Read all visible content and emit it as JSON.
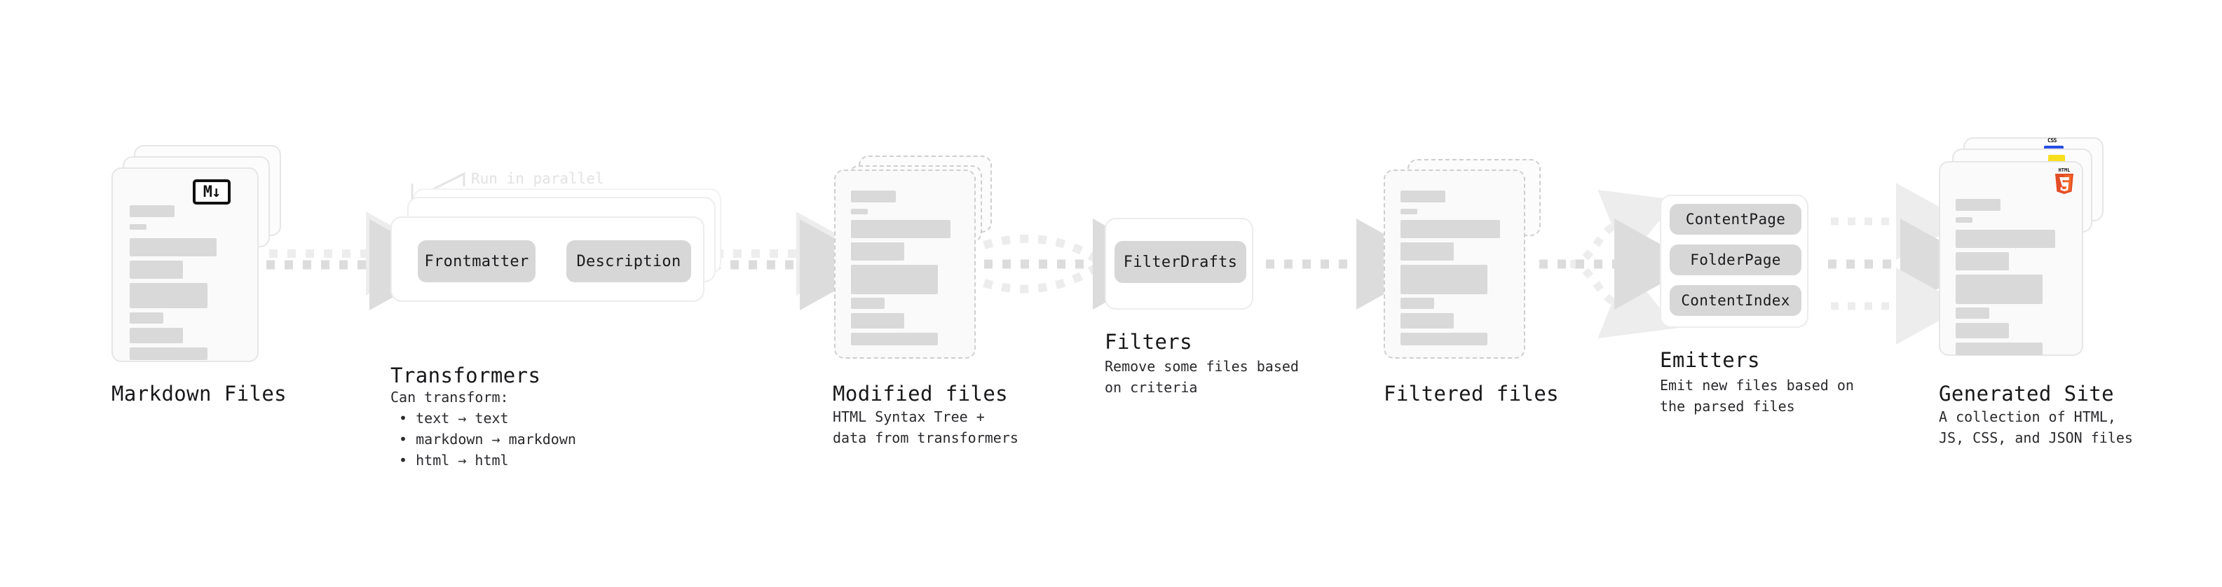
{
  "diagram": {
    "title_hidden": "",
    "colors": {
      "card_bg": "#fafafa",
      "card_border": "#e6e6e6",
      "skeleton": "#d9d9d9",
      "node_fill": "#d7d7d7",
      "arrow": "#d5d5d5",
      "html5_orange": "#e44d26",
      "js_yellow": "#f7df1e",
      "css_blue": "#264de4",
      "text": "#18181b",
      "muted_label": "#e2e2e2"
    }
  },
  "stages": [
    {
      "id": "markdown-files",
      "title": "Markdown Files",
      "caption": "",
      "badge": "M↓"
    },
    {
      "id": "transformers",
      "title": "Transformers",
      "caption": "Can transform:\n • text → text\n • markdown → markdown\n • html → html",
      "annotation": "Run in parallel",
      "nodes": [
        "Frontmatter",
        "Description"
      ]
    },
    {
      "id": "modified-files",
      "title": "Modified files",
      "caption": "HTML Syntax Tree +\ndata from transformers"
    },
    {
      "id": "filters",
      "title": "Filters",
      "caption": "Remove some files based\non criteria",
      "nodes": [
        "FilterDrafts"
      ]
    },
    {
      "id": "filtered-files",
      "title": "Filtered files",
      "caption": ""
    },
    {
      "id": "emitters",
      "title": "Emitters",
      "caption": "Emit new files based on\nthe parsed files",
      "nodes": [
        "ContentPage",
        "FolderPage",
        "ContentIndex"
      ]
    },
    {
      "id": "generated-site",
      "title": "Generated Site",
      "caption": "A collection of HTML,\nJS, CSS, and JSON files",
      "badges": [
        "HTML5",
        "JS",
        "CSS"
      ]
    }
  ],
  "icons": {
    "markdown": "M↓",
    "html5_label": "HTML",
    "html5_digit": "5",
    "css_label": "CSS"
  }
}
